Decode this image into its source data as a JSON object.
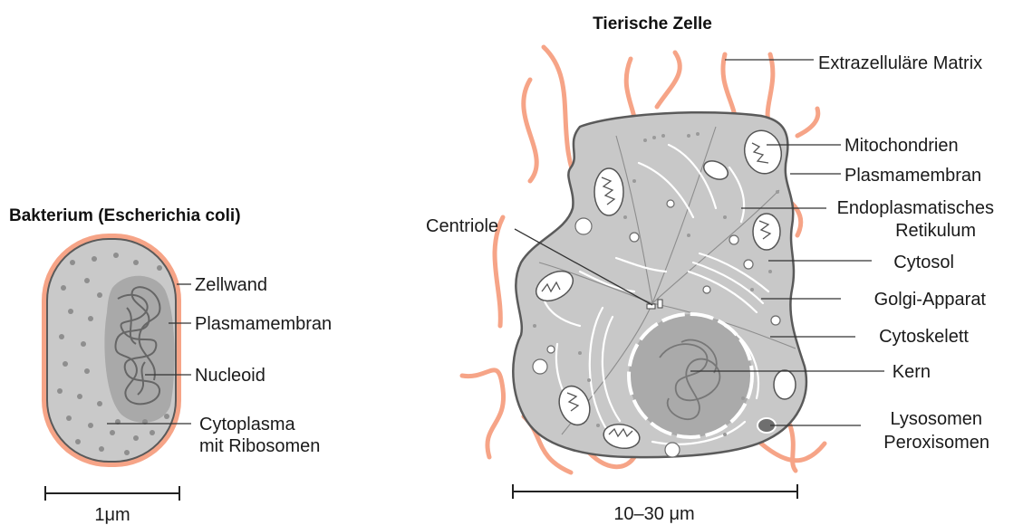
{
  "bacterium": {
    "title": "Bakterium (Escherichia coli)",
    "labels": {
      "zellwand": "Zellwand",
      "plasmamembran": "Plasmamembran",
      "nucleoid": "Nucleoid",
      "cytoplasma_line1": "Cytoplasma",
      "cytoplasma_line2": "mit Ribosomen"
    },
    "scale": "1μm"
  },
  "animal_cell": {
    "title": "Tierische Zelle",
    "labels": {
      "extrazellulaere_matrix": "Extrazelluläre Matrix",
      "mitochondrien": "Mitochondrien",
      "plasmamembran": "Plasmamembran",
      "er_line1": "Endoplasmatisches",
      "er_line2": "Retikulum",
      "centriole": "Centriole",
      "cytosol": "Cytosol",
      "golgi": "Golgi-Apparat",
      "cytoskelett": "Cytoskelett",
      "kern": "Kern",
      "lysosomen": "Lysosomen",
      "peroxisomen": "Peroxisomen"
    },
    "scale": "10–30 μm"
  },
  "colors": {
    "cell_wall": "#f6a487",
    "cytoplasm": "#c8c8c8",
    "nucleoid_region": "#a9a9a9",
    "matrix_fibers": "#f6a487",
    "outline": "#5a5a5a"
  }
}
